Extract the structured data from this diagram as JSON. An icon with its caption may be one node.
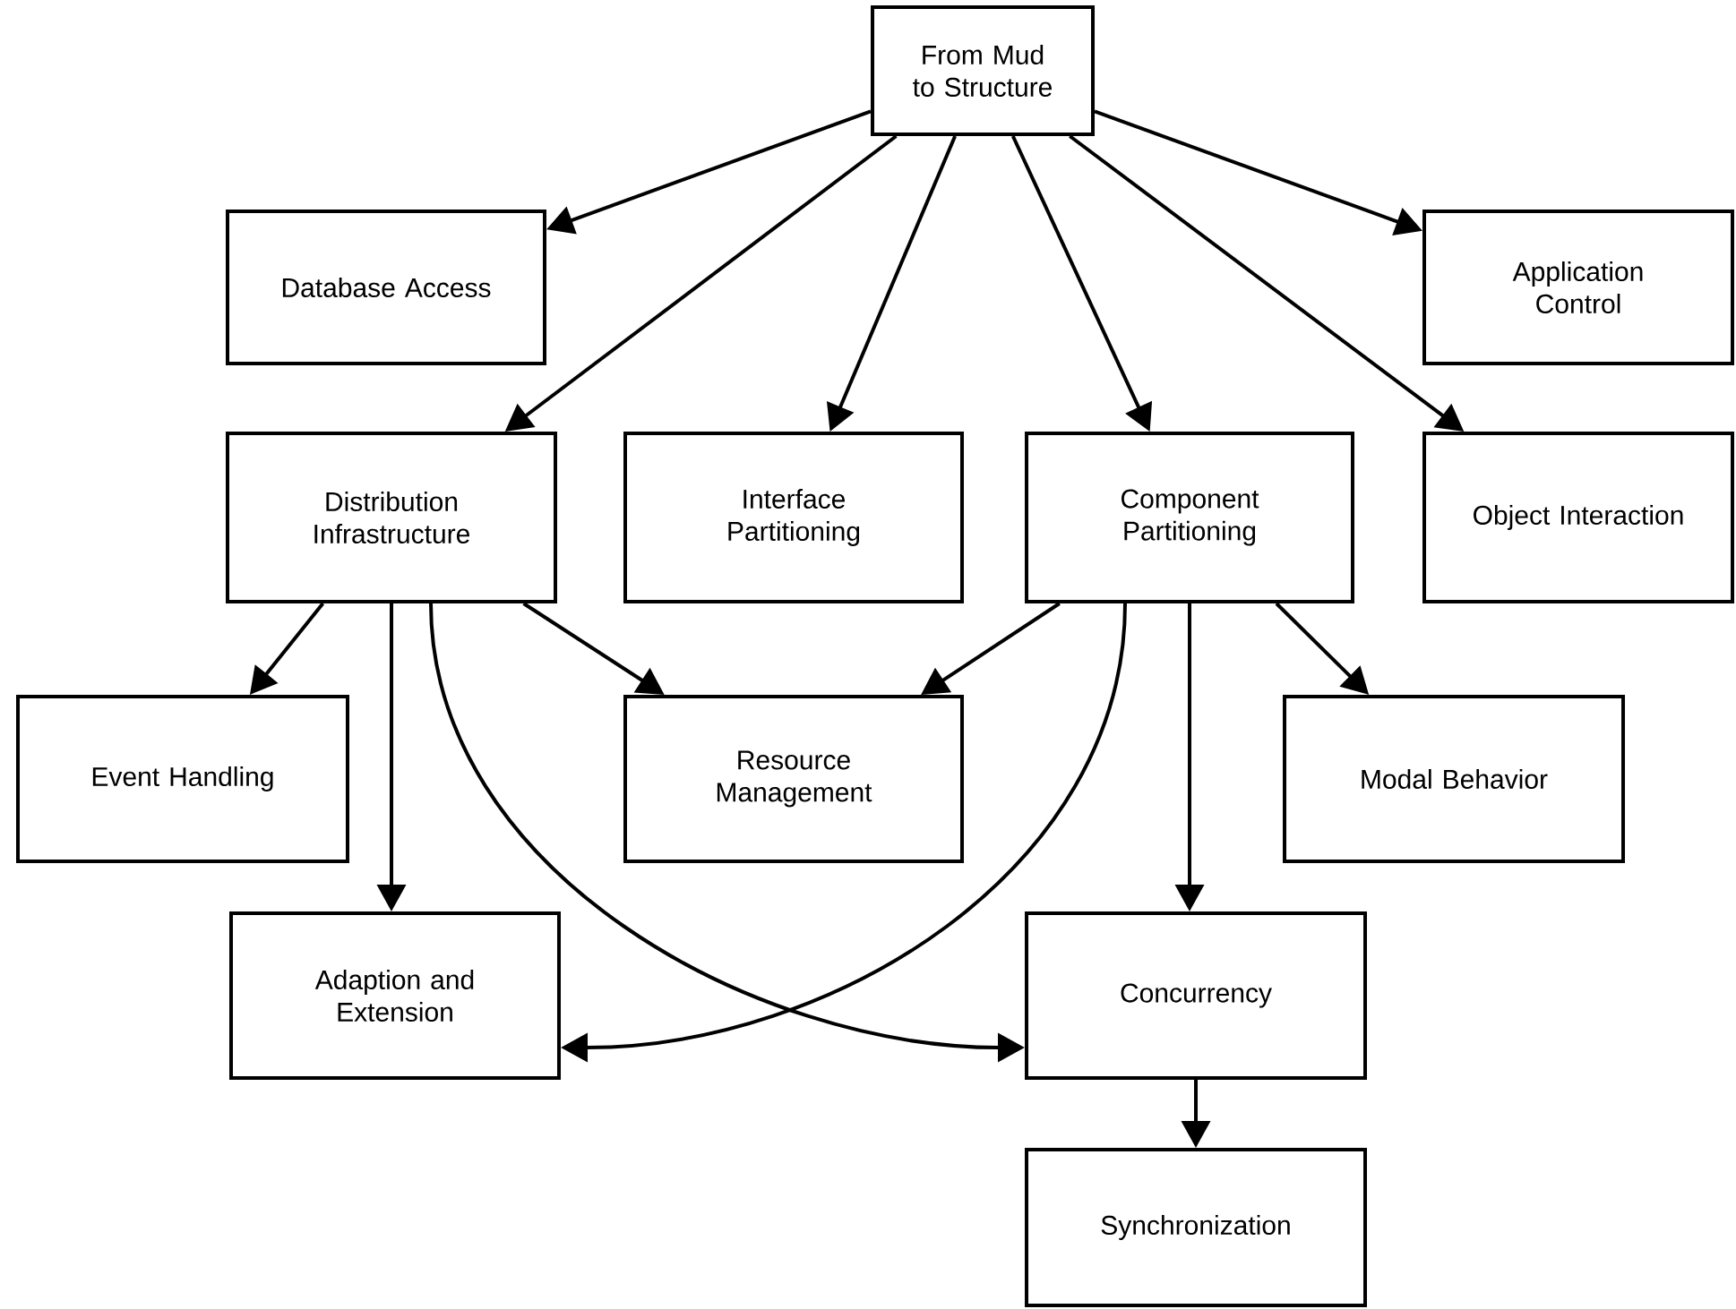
{
  "diagram": {
    "nodes": [
      {
        "text": [
          "From Mud to Structure"
        ]
      },
      {
        "text": [
          "Database Access"
        ]
      },
      {
        "text": [
          "Application Control"
        ]
      },
      {
        "text": [
          "Distribution Infrastructure"
        ]
      },
      {
        "text": [
          "Interface Partitioning"
        ]
      },
      {
        "text": [
          "Component Partitioning"
        ]
      },
      {
        "text": [
          "Object Interaction"
        ]
      },
      {
        "text": [
          "Event Handling"
        ]
      },
      {
        "text": [
          "Resource Management"
        ]
      },
      {
        "text": [
          "Modal Behavior"
        ]
      },
      {
        "text": [
          "Adaption and Extension"
        ]
      },
      {
        "text": [
          "Concurrency"
        ]
      },
      {
        "text": [
          "Synchronization"
        ]
      }
    ],
    "edges": [
      {
        "from": 0,
        "to": 1,
        "arrow": "to"
      },
      {
        "from": 0,
        "to": 2,
        "arrow": "to"
      },
      {
        "from": 0,
        "to": 3,
        "arrow": "to"
      },
      {
        "from": 0,
        "to": 4,
        "arrow": "to"
      },
      {
        "from": 0,
        "to": 5,
        "arrow": "to"
      },
      {
        "from": 0,
        "to": 6,
        "arrow": "to"
      },
      {
        "from": 3,
        "to": 7,
        "arrow": "to"
      },
      {
        "from": 3,
        "to": 10,
        "arrow": "to"
      },
      {
        "from": 3,
        "to": 8,
        "arrow": "to"
      },
      {
        "from": 3,
        "to": 11,
        "arrow": "to"
      },
      {
        "from": 5,
        "to": 8,
        "arrow": "to"
      },
      {
        "from": 5,
        "to": 10,
        "arrow": "to"
      },
      {
        "from": 5,
        "to": 11,
        "arrow": "to"
      },
      {
        "from": 5,
        "to": 9,
        "arrow": "to"
      },
      {
        "from": 11,
        "to": 12,
        "arrow": "to"
      }
    ]
  }
}
